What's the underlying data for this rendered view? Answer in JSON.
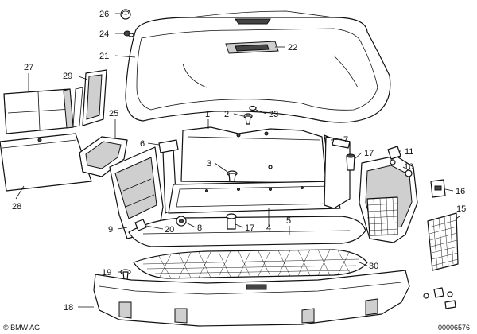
{
  "callouts": {
    "c1": "1",
    "c2": "2",
    "c3": "3",
    "c4": "4",
    "c5": "5",
    "c6": "6",
    "c7": "7",
    "c8": "8",
    "c9": "9",
    "c10": "10",
    "c11": "11",
    "c15": "15",
    "c16": "16",
    "c17a": "17",
    "c17b": "17",
    "c18": "18",
    "c19": "19",
    "c20": "20",
    "c21": "21",
    "c22": "22",
    "c23": "23",
    "c24": "24",
    "c25": "25",
    "c26": "26",
    "c27": "27",
    "c28": "28",
    "c29": "29",
    "c30": "30"
  },
  "footer": {
    "brand": "© BMW AG",
    "diagram_number": "00006576"
  }
}
